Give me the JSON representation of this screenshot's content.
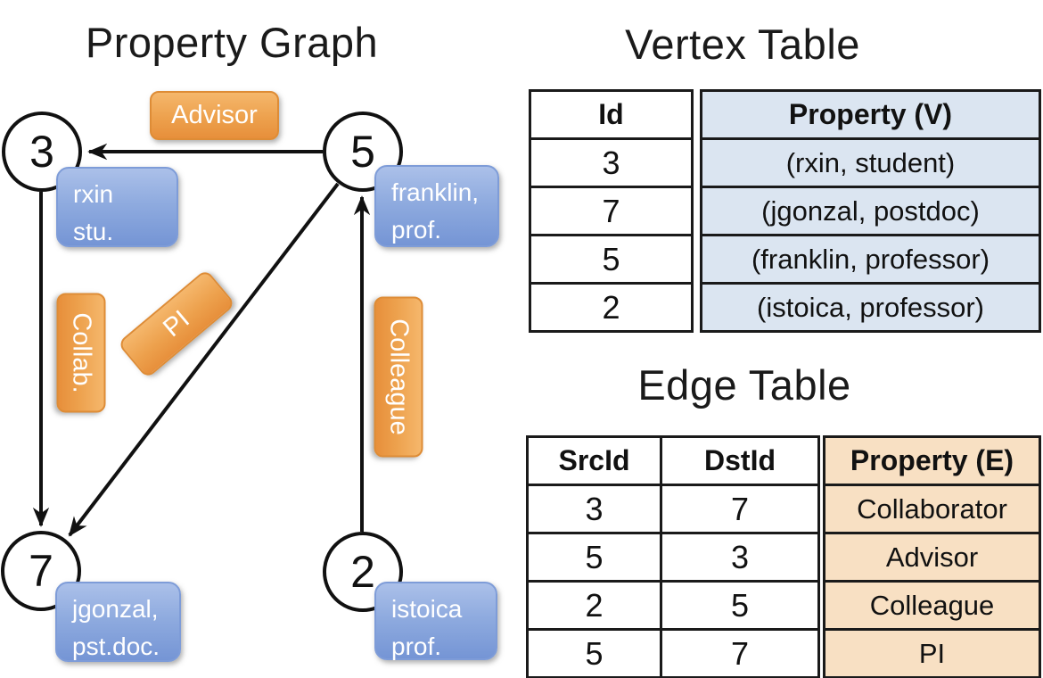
{
  "graph": {
    "title": "Property Graph",
    "nodes": [
      {
        "id": "3",
        "label_lines": [
          "rxin",
          "stu."
        ]
      },
      {
        "id": "5",
        "label_lines": [
          "franklin,",
          "prof."
        ]
      },
      {
        "id": "7",
        "label_lines": [
          "jgonzal,",
          "pst.doc."
        ]
      },
      {
        "id": "2",
        "label_lines": [
          "istoica",
          "prof."
        ]
      }
    ],
    "edges": [
      {
        "src": "5",
        "dst": "3",
        "label": "Advisor"
      },
      {
        "src": "3",
        "dst": "7",
        "label": "Collab."
      },
      {
        "src": "5",
        "dst": "7",
        "label": "PI"
      },
      {
        "src": "2",
        "dst": "5",
        "label": "Colleague"
      }
    ]
  },
  "vertex_table": {
    "title": "Vertex Table",
    "columns": [
      "Id",
      "Property (V)"
    ],
    "rows": [
      [
        "3",
        "(rxin, student)"
      ],
      [
        "7",
        "(jgonzal, postdoc)"
      ],
      [
        "5",
        "(franklin, professor)"
      ],
      [
        "2",
        "(istoica, professor)"
      ]
    ]
  },
  "edge_table": {
    "title": "Edge Table",
    "columns": [
      "SrcId",
      "DstId",
      "Property (E)"
    ],
    "rows": [
      [
        "3",
        "7",
        "Collaborator"
      ],
      [
        "5",
        "3",
        "Advisor"
      ],
      [
        "2",
        "5",
        "Colleague"
      ],
      [
        "5",
        "7",
        "PI"
      ]
    ]
  },
  "colors": {
    "edge_line": "#111111",
    "orange_label": "#eda14d",
    "blue_label": "#8fabdf",
    "vertex_property_fill": "#dbe5f1",
    "edge_property_fill": "#f8e0c3"
  }
}
